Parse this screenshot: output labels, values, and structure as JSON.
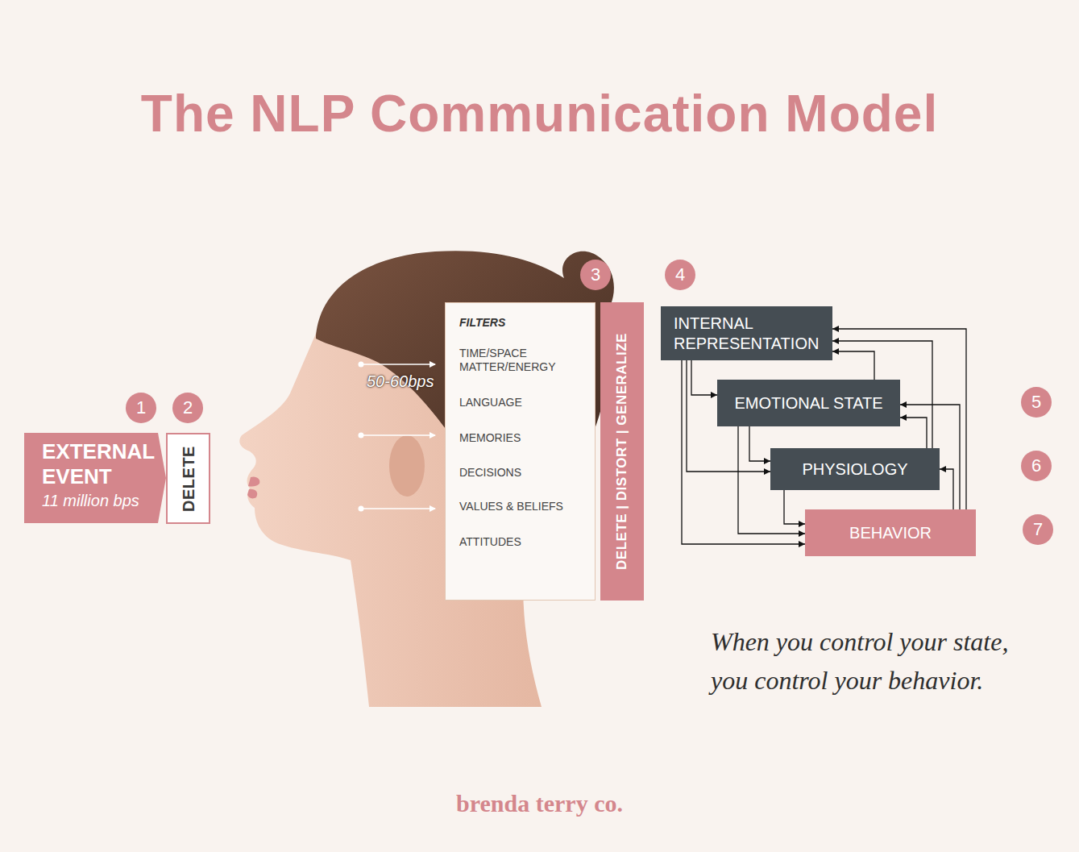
{
  "diagram": {
    "title": "The NLP Communication Model",
    "caption": "When you control your state, you control your behavior.",
    "nodes": [
      {
        "text": [
          "EXTERNAL EVENT",
          "11 million bps"
        ]
      },
      {
        "text": [
          "DELETE"
        ]
      },
      {
        "text": [
          "FILTERS",
          "TIME/SPACE MATTER/ENERGY",
          "LANGUAGE",
          "MEMORIES",
          "DECISIONS",
          "VALUES & BELIEFS",
          "ATTITUDES"
        ]
      },
      {
        "text": [
          "DELETE | DISTORT | GENERALIZE"
        ]
      },
      {
        "text": [
          "INTERNAL REPRESENTATION"
        ]
      },
      {
        "text": [
          "EMOTIONAL STATE"
        ]
      },
      {
        "text": [
          "PHYSIOLOGY"
        ]
      },
      {
        "text": [
          "BEHAVIOR"
        ]
      }
    ],
    "edges": [
      {
        "from": 4,
        "to": 5,
        "arrow": "to"
      },
      {
        "from": 4,
        "to": 6,
        "arrow": "to"
      },
      {
        "from": 4,
        "to": 7,
        "arrow": "to"
      },
      {
        "from": 5,
        "to": 6,
        "arrow": "to"
      },
      {
        "from": 5,
        "to": 7,
        "arrow": "to"
      },
      {
        "from": 6,
        "to": 7,
        "arrow": "to"
      },
      {
        "from": 5,
        "to": 4,
        "arrow": "to"
      },
      {
        "from": 6,
        "to": 4,
        "arrow": "to"
      },
      {
        "from": 6,
        "to": 5,
        "arrow": "to"
      },
      {
        "from": 7,
        "to": 4,
        "arrow": "to"
      },
      {
        "from": 7,
        "to": 5,
        "arrow": "to"
      },
      {
        "from": 7,
        "to": 6,
        "arrow": "to"
      }
    ],
    "labels": [
      "1",
      "2",
      "3",
      "4",
      "5",
      "6",
      "7",
      "50-60bps",
      "brenda terry co."
    ]
  }
}
